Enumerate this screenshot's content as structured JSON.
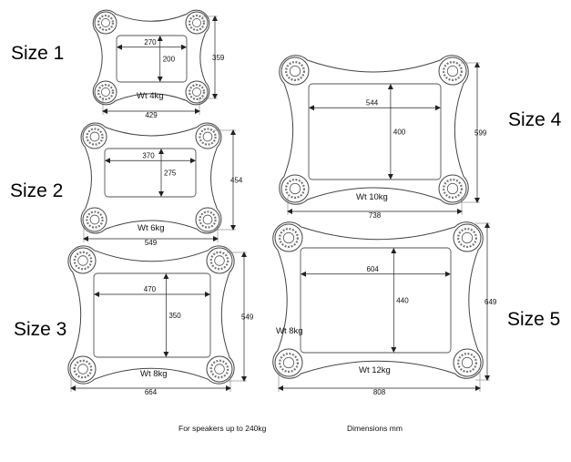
{
  "sizes": [
    {
      "label": "Size 1",
      "inner_width": "270",
      "inner_height": "200",
      "overall_width": "429",
      "overall_height": "359",
      "weight": "Wt 4kg"
    },
    {
      "label": "Size 2",
      "inner_width": "370",
      "inner_height": "275",
      "overall_width": "549",
      "overall_height": "454",
      "weight": "Wt 6kg"
    },
    {
      "label": "Size 3",
      "inner_width": "470",
      "inner_height": "350",
      "overall_width": "664",
      "overall_height": "549",
      "weight": "Wt 8kg"
    },
    {
      "label": "Size 4",
      "inner_width": "544",
      "inner_height": "400",
      "overall_width": "738",
      "overall_height": "599",
      "weight": "Wt 10kg"
    },
    {
      "label": "Size 5",
      "inner_width": "604",
      "inner_height": "440",
      "overall_width": "808",
      "overall_height": "649",
      "weight": "Wt 12kg"
    }
  ],
  "stray_label": "Wt 8kg",
  "footer": {
    "capacity_note": "For speakers up to 240kg",
    "units_note": "Dimensions mm"
  }
}
